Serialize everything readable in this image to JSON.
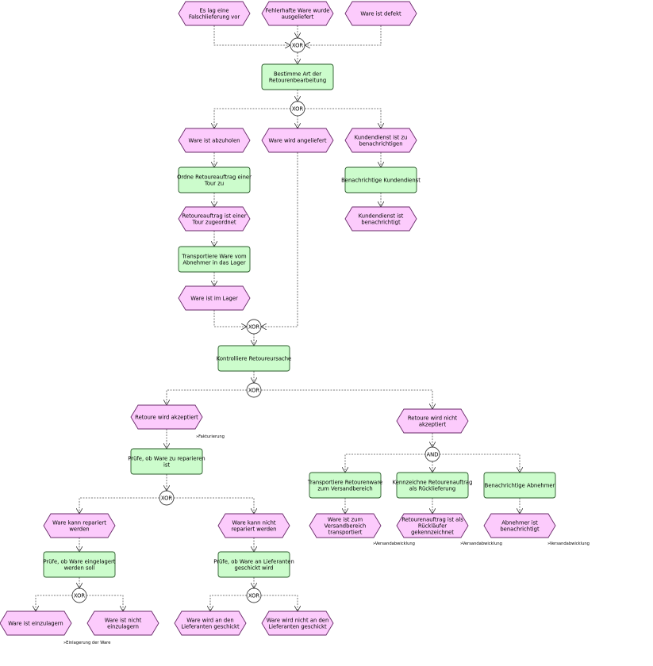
{
  "events": [
    {
      "id": "e1",
      "lines": [
        "Es lag eine",
        "Falschlieferung vor"
      ]
    },
    {
      "id": "e2",
      "lines": [
        "Fehlerhafte Ware wurde",
        "ausgeliefert"
      ]
    },
    {
      "id": "e3",
      "lines": [
        "Ware ist defekt"
      ]
    },
    {
      "id": "e4",
      "lines": [
        "Ware ist abzuholen"
      ]
    },
    {
      "id": "e5",
      "lines": [
        "Ware wird angeliefert"
      ]
    },
    {
      "id": "e6",
      "lines": [
        "Kundendienst ist zu",
        "benachrichtigen"
      ]
    },
    {
      "id": "e7",
      "lines": [
        "Retoureauftrag ist einer",
        "Tour zugeordnet"
      ]
    },
    {
      "id": "e8",
      "lines": [
        "Kundendienst ist",
        "benachrichtigt"
      ]
    },
    {
      "id": "e9",
      "lines": [
        "Ware ist im Lager"
      ]
    },
    {
      "id": "e10",
      "lines": [
        "Retoure wird akzeptiert"
      ]
    },
    {
      "id": "e11",
      "lines": [
        "Retoure wird nicht",
        "akzeptiert"
      ]
    },
    {
      "id": "e12",
      "lines": [
        "Ware kann repariert",
        "werden"
      ]
    },
    {
      "id": "e13",
      "lines": [
        "Ware kann nicht",
        "repariert werden"
      ]
    },
    {
      "id": "e14",
      "lines": [
        "Ware ist zum",
        "Versandbereich",
        "transportiert"
      ]
    },
    {
      "id": "e15",
      "lines": [
        "Retourenauftrag ist als",
        "Rückläufer",
        "gekennzeichnet"
      ]
    },
    {
      "id": "e16",
      "lines": [
        "Abnehmer ist",
        "benachrichtigt"
      ]
    },
    {
      "id": "e17",
      "lines": [
        "Ware ist einzulagern"
      ]
    },
    {
      "id": "e18",
      "lines": [
        "Ware ist nicht",
        "einzulagern"
      ]
    },
    {
      "id": "e19",
      "lines": [
        "Ware wird an den",
        "Lieferanten geschickt"
      ]
    },
    {
      "id": "e20",
      "lines": [
        "Ware wird nicht an den",
        "Lieferanten geschickt"
      ]
    }
  ],
  "functions": [
    {
      "id": "f1",
      "lines": [
        "Bestimme Art der",
        "Retourenbearbeitung"
      ]
    },
    {
      "id": "f2",
      "lines": [
        "Ordne Retoureauftrag einer",
        "Tour zu"
      ]
    },
    {
      "id": "f3",
      "lines": [
        "Benachrichtige Kundendienst"
      ]
    },
    {
      "id": "f4",
      "lines": [
        "Transportiere Ware vom",
        "Abnehmer in das Lager"
      ]
    },
    {
      "id": "f5",
      "lines": [
        "Kontrolliere Retoureursache"
      ]
    },
    {
      "id": "f6",
      "lines": [
        "Prüfe, ob Ware zu reparieren",
        "ist"
      ]
    },
    {
      "id": "f7",
      "lines": [
        "Transportiere Retourenware",
        "zum Versandbereich"
      ]
    },
    {
      "id": "f8",
      "lines": [
        "Kennzeichne Retourenauftrag",
        "als Rücklieferung"
      ]
    },
    {
      "id": "f9",
      "lines": [
        "Benachrichtige Abnehmer"
      ]
    },
    {
      "id": "f10",
      "lines": [
        "Prüfe, ob Ware eingelagert",
        "werden soll"
      ]
    },
    {
      "id": "f11",
      "lines": [
        "Prüfe, ob Ware an Lieferanten",
        "geschickt wird"
      ]
    }
  ],
  "connectors": [
    {
      "id": "c1",
      "label": "XOR"
    },
    {
      "id": "c2",
      "label": "XOR"
    },
    {
      "id": "c3",
      "label": "XOR"
    },
    {
      "id": "c4",
      "label": "XOR"
    },
    {
      "id": "c5",
      "label": "AND"
    },
    {
      "id": "c6",
      "label": "XOR"
    },
    {
      "id": "c7",
      "label": "XOR"
    },
    {
      "id": "c8",
      "label": "XOR"
    }
  ],
  "process_links": [
    {
      "id": "p1",
      "label": "»Fakturierung"
    },
    {
      "id": "p2",
      "label": "»Versandabwicklung"
    },
    {
      "id": "p3",
      "label": "»Versandabwicklung"
    },
    {
      "id": "p4",
      "label": "»Versandabwicklung"
    },
    {
      "id": "p5",
      "label": "»Einlagerung der Ware"
    }
  ],
  "colors": {
    "event_fill": "#fccbfc",
    "event_stroke": "#6a2a6a",
    "function_fill": "#ccfccc",
    "function_stroke": "#2a5a2a",
    "connector_fill": "#ffffff",
    "connector_stroke": "#444444",
    "edge": "#555555"
  }
}
